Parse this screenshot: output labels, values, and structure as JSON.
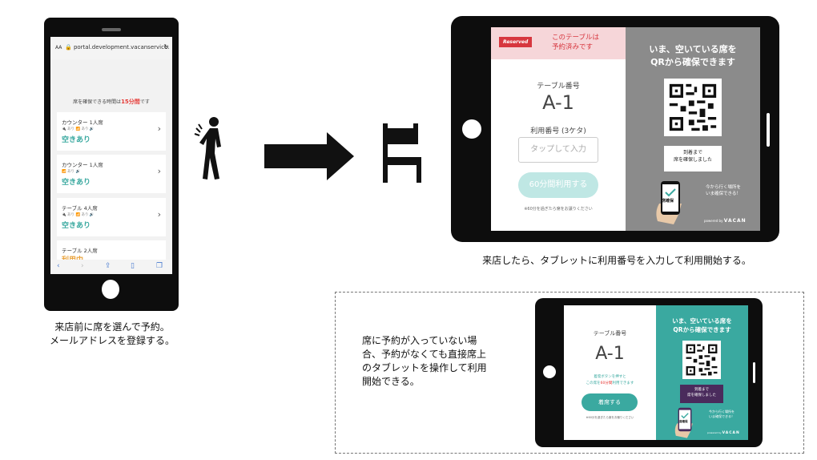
{
  "phone": {
    "url_aa": "AA",
    "url": "portal.development.vacanservice.",
    "time_prefix": "席を確保できる時間は",
    "time_value": "15分間",
    "time_suffix": "です",
    "seats": [
      {
        "name": "カウンター 1人席",
        "meta": "🔌 あり  📶 あり  🔊",
        "status": "空きあり",
        "status_color": "#3aa9a0"
      },
      {
        "name": "カウンター 1人席",
        "meta": "📶 あり  🔊",
        "status": "空きあり",
        "status_color": "#3aa9a0"
      },
      {
        "name": "テーブル 4人席",
        "meta": "🔌 あり  📶 あり  🔊",
        "status": "空きあり",
        "status_color": "#3aa9a0"
      },
      {
        "name": "テーブル 2人席",
        "meta": "",
        "status": "利用中",
        "status_color": "#e9a23b"
      }
    ],
    "caption_line1": "来店前に席を選んで予約。",
    "caption_line2": "メールアドレスを登録する。"
  },
  "tablet1": {
    "reserved_badge": "Reserved",
    "reserved_text_1": "このテーブルは",
    "reserved_text_2": "予約済みです",
    "table_label": "テーブル番号",
    "table_number": "A-1",
    "use_number_label": "利用番号 (3ケタ)",
    "input_placeholder": "タップして入力",
    "use_button": "60分間利用する",
    "note": "※60分を過ぎたら席をお譲りください",
    "right_title_1": "いま、空いている席を",
    "right_title_2": "QRから確保できます",
    "bubble_1": "到着まで",
    "bubble_2": "席を確保しました",
    "promo_1": "今から行く場所を",
    "promo_2": "いま確保できる！",
    "phone_badge": "席確保",
    "powered": "powered by",
    "brand": "VACAN",
    "caption": "来店したら、タブレットに利用番号を入力して利用開始する。",
    "colors": {
      "reserved_bg": "#f6d6d9",
      "right_bg": "#8b8b8b",
      "button": "#bfe7e4"
    }
  },
  "tablet2": {
    "note_text_lines": [
      "席に予約が入っていない場",
      "合、予約がなくても直接席上",
      "のタブレットを操作して利用",
      "開始できる。"
    ],
    "table_label": "テーブル番号",
    "table_number": "A-1",
    "desc_1": "着席ボタンを押すと",
    "desc_2a": "この席を",
    "desc_2b": "60分間",
    "desc_2c": "利用できます",
    "sit_button": "着席する",
    "note": "※60分を過ぎたら席をお譲りください",
    "right_title_1": "いま、空いている席を",
    "right_title_2": "QRから確保できます",
    "bubble_1": "到着まで",
    "bubble_2": "席を確保しました",
    "promo_1": "今から行く場所を",
    "promo_2": "いま確保できる！",
    "phone_badge": "席確保",
    "powered": "powered by",
    "brand": "VACAN",
    "colors": {
      "right_bg": "#3aa9a0",
      "button": "#3aa9a0",
      "bubble": "#4a2b5c"
    }
  }
}
